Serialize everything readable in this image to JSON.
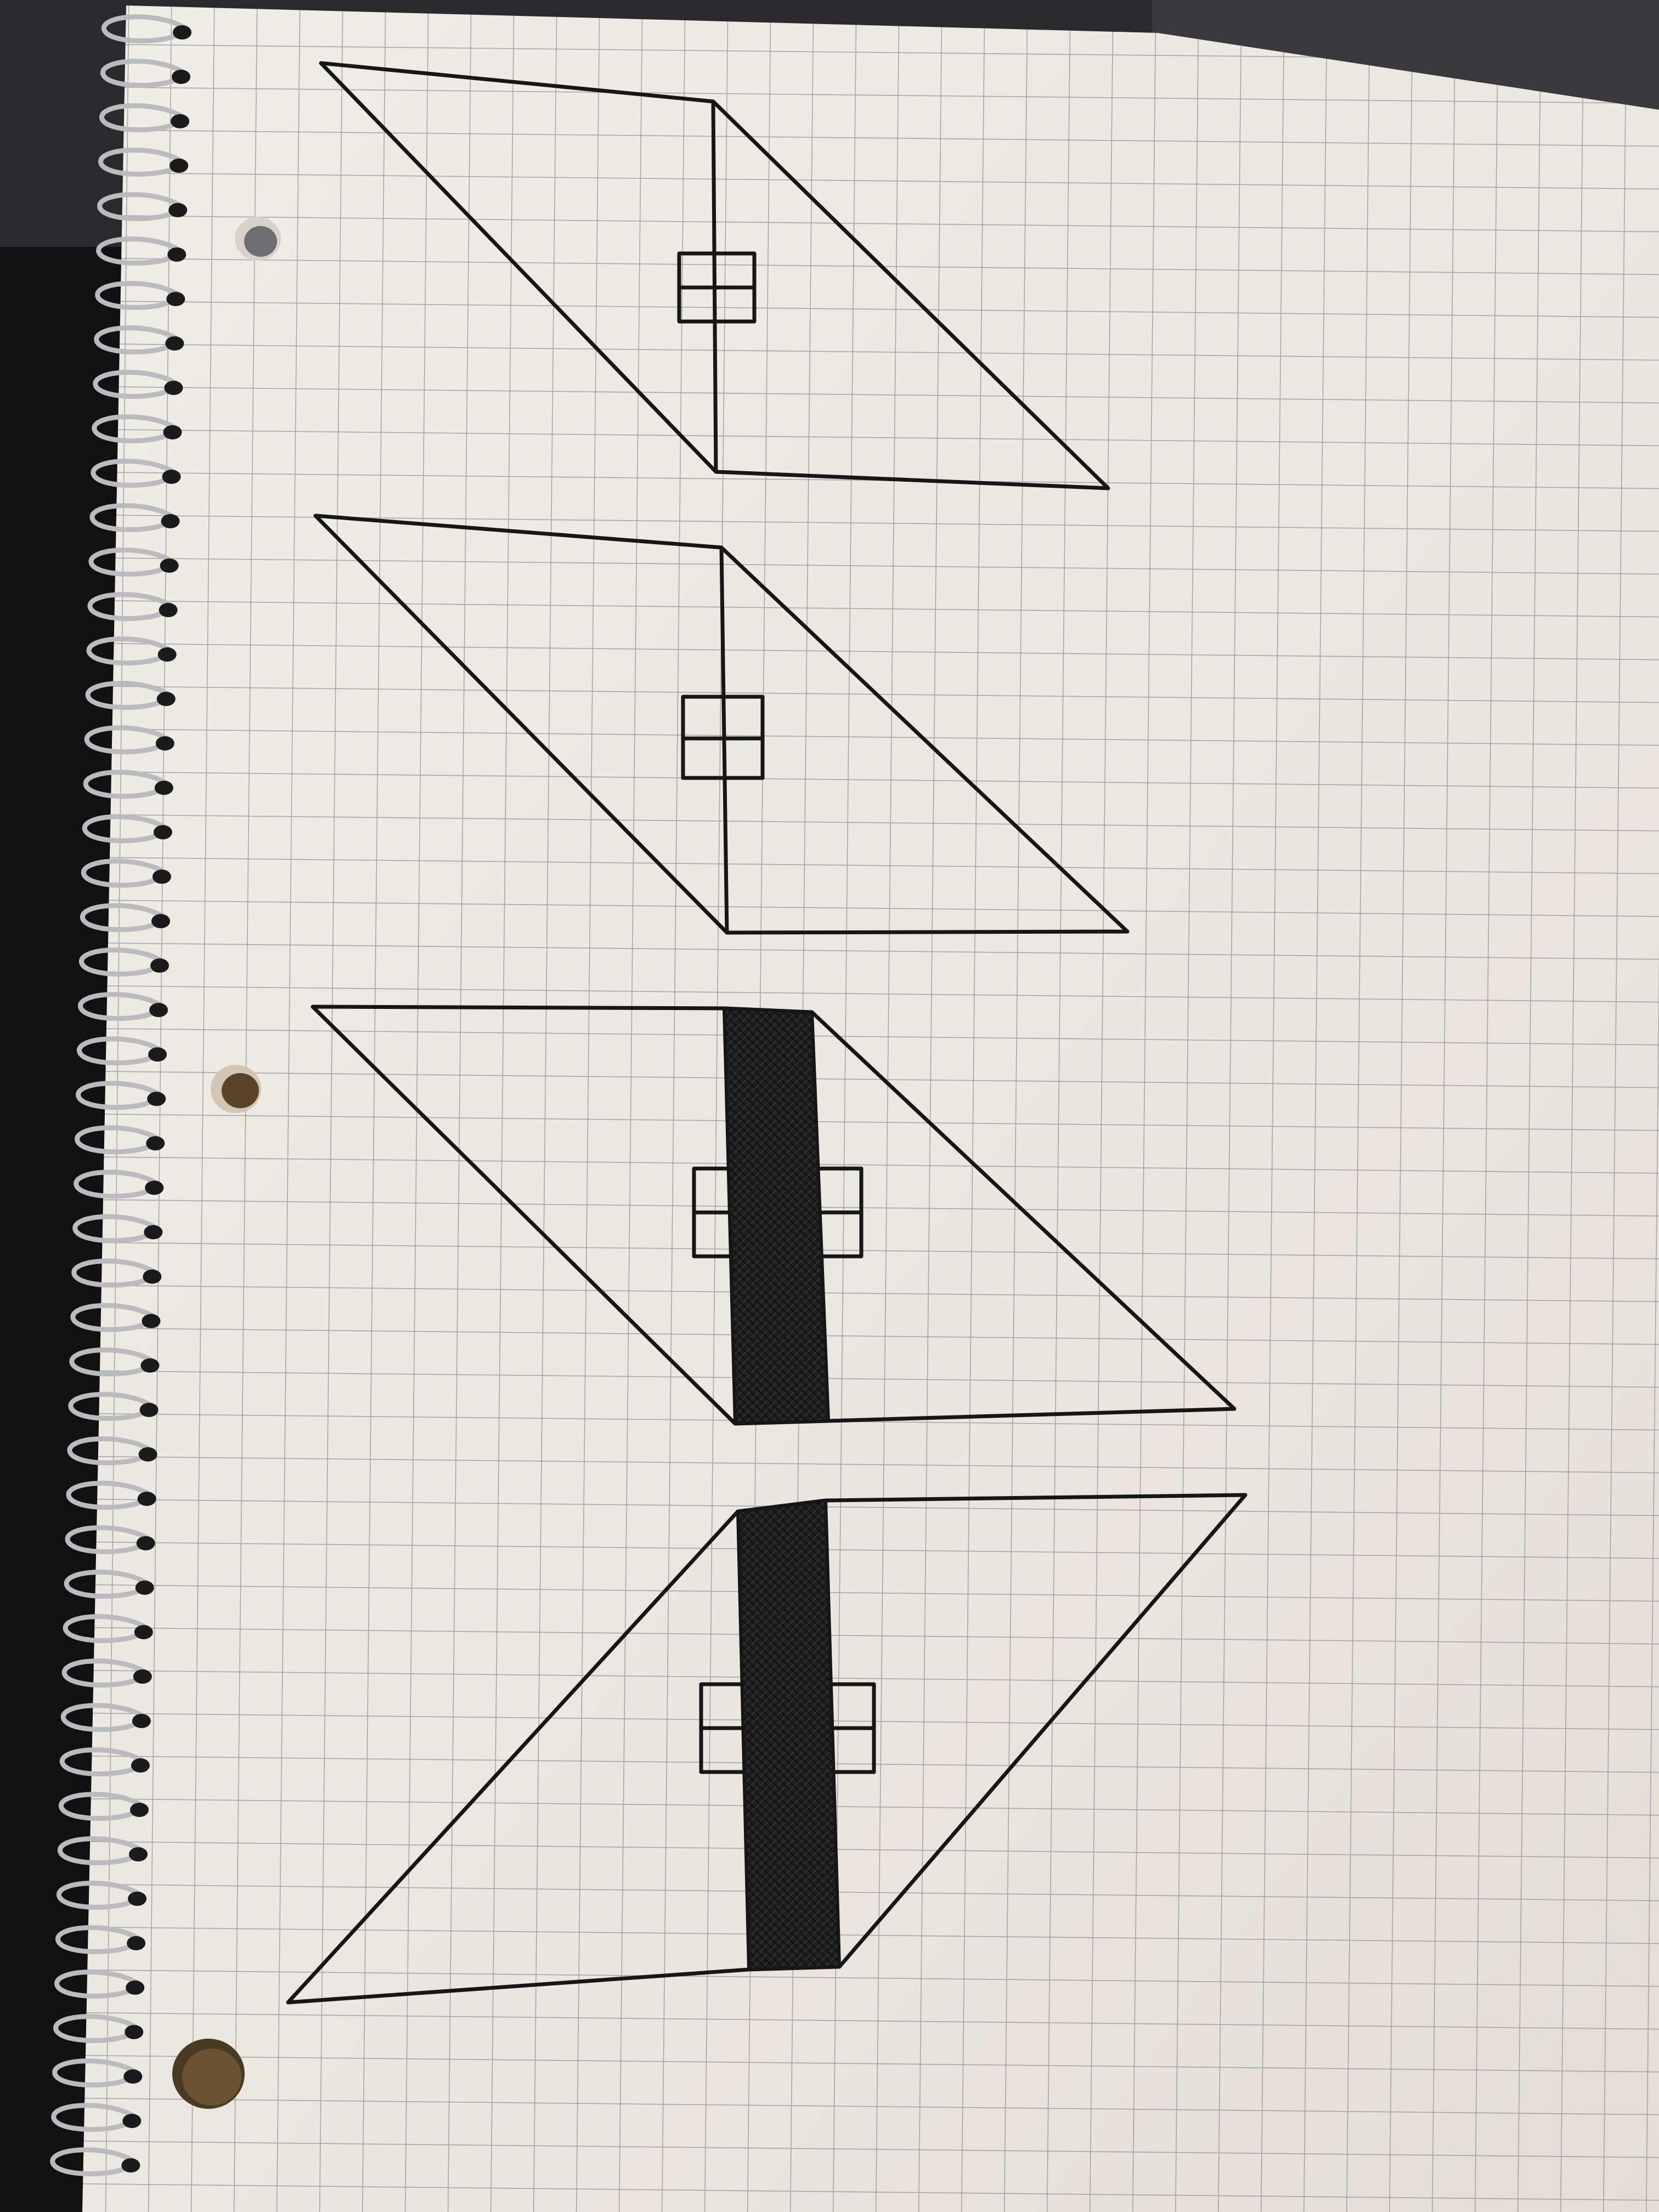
{
  "photo": {
    "subject": "graph-paper-notebook-sketch",
    "colors": {
      "background": "#2a2a2e",
      "paper": "#ece7e1",
      "grid_line": "#9a9aa0",
      "ink": "#161616",
      "shadow": "#1b1b1e",
      "spiral": "#b9bbbe",
      "hole_dark": "#4a3a24"
    }
  },
  "drawings": [
    {
      "id": "diagram-1",
      "style": "outline",
      "center_mark": "double-square"
    },
    {
      "id": "diagram-2",
      "style": "outline",
      "center_mark": "double-square"
    },
    {
      "id": "diagram-3",
      "style": "filled-bar",
      "center_mark": "split-double-square"
    },
    {
      "id": "diagram-4",
      "style": "filled-bar-mirrored",
      "center_mark": "split-double-square"
    }
  ]
}
